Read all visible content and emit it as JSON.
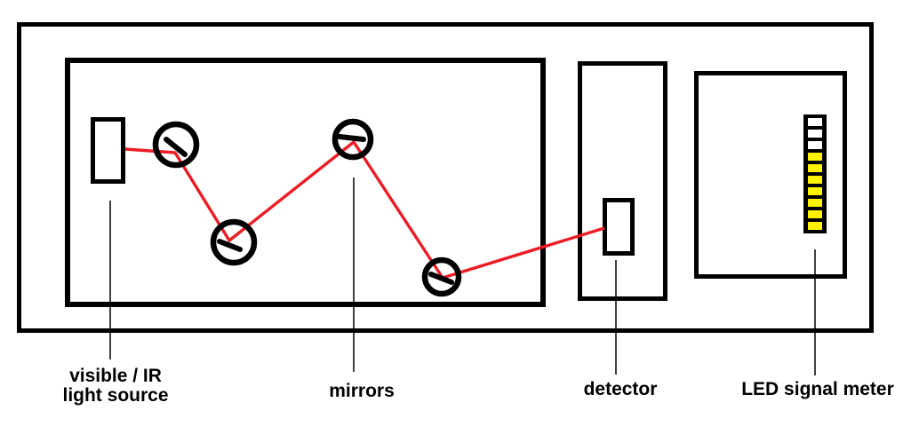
{
  "diagram": {
    "description": "optical gas-sensing schematic",
    "labels": {
      "light_source_line1": "visible / IR",
      "light_source_line2": "light source",
      "mirrors": "mirrors",
      "detector": "detector",
      "led_meter": "LED signal meter"
    },
    "colors": {
      "outline": "#000000",
      "beam": "#ed1c24",
      "led_on": "#fff200",
      "led_off": "#ffffff",
      "background": "#ffffff"
    },
    "led_meter": {
      "segment_count": 10,
      "unlit_count": 3,
      "lit_count": 7
    },
    "mirror_count": 4
  }
}
